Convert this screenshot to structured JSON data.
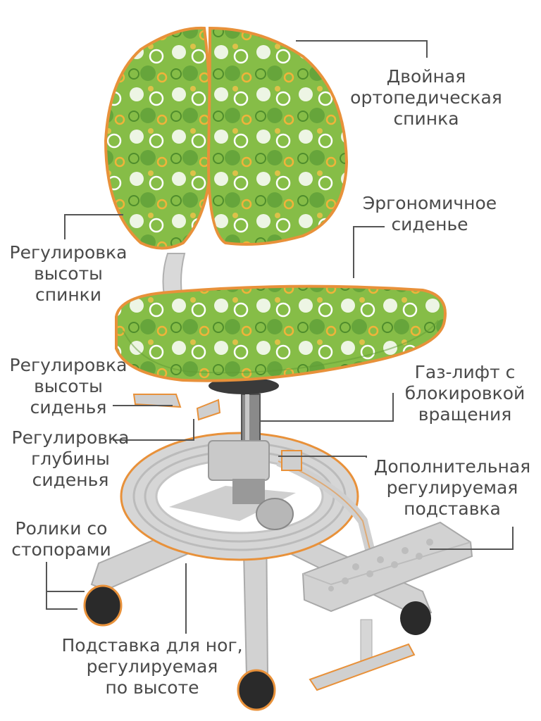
{
  "colors": {
    "fabric_green": "#7cb342",
    "fabric_outline": "#e8913a",
    "frame_grey": "#c9c9c9",
    "leader_line": "#555555",
    "text": "#4a4a4a"
  },
  "callouts": {
    "double_back": [
      "Двойная",
      "ортопедическая",
      "спинка"
    ],
    "ergo_seat": [
      "Эргономичное",
      "сиденье"
    ],
    "back_height": [
      "Регулировка",
      "высоты",
      "спинки"
    ],
    "seat_height": [
      "Регулировка",
      "высоты",
      "сиденья"
    ],
    "seat_depth": [
      "Регулировка",
      "глубины",
      "сиденья"
    ],
    "gas_lift": [
      "Газ-лифт с",
      "блокировкой",
      "вращения"
    ],
    "extra_footrest": [
      "Дополнительная",
      "регулируемая",
      "подставка"
    ],
    "casters": [
      "Ролики со",
      "стопорами"
    ],
    "footrest_ring": [
      "Подставка для ног,",
      "регулируемая",
      "по высоте"
    ]
  }
}
